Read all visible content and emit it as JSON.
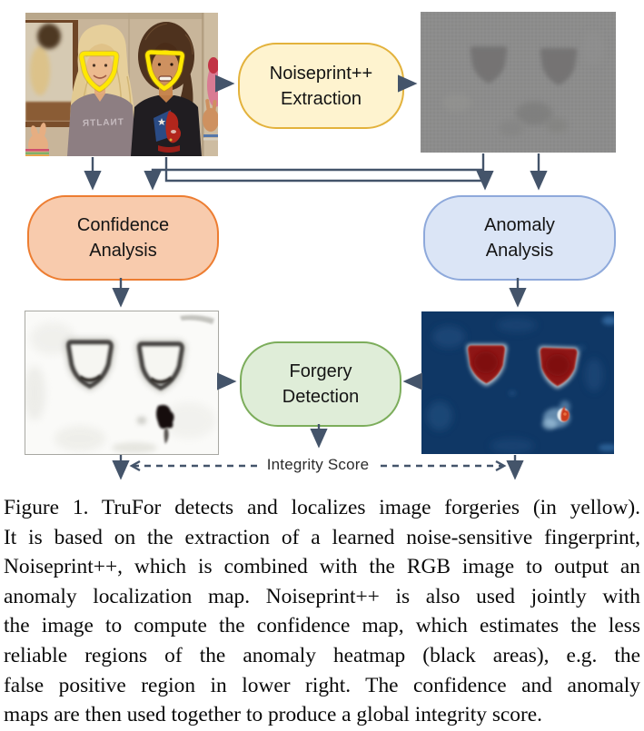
{
  "figure": {
    "nodes": [
      {
        "id": "noiseprint-extraction",
        "line1": "Noiseprint++",
        "line2": "Extraction",
        "fill": "#FEF3CF",
        "border": "#E3B23C"
      },
      {
        "id": "confidence-analysis",
        "line1": "Confidence",
        "line2": "Analysis",
        "fill": "#F8CBAD",
        "border": "#ED7D31"
      },
      {
        "id": "anomaly-analysis",
        "line1": "Anomaly",
        "line2": "Analysis",
        "fill": "#DBE5F6",
        "border": "#8EA9DB"
      },
      {
        "id": "forgery-detection",
        "line1": "Forgery",
        "line2": "Detection",
        "fill": "#DFEDD8",
        "border": "#7CAD5B"
      }
    ],
    "integrity_score_label": "Integrity Score",
    "input_image": {
      "alt": "photo of two women with yellow forgery outlines around both faces",
      "shirt_text_display": "ЯTLAИT",
      "highlight_color": "#FFE800"
    },
    "noiseprint_map": {
      "alt": "gray noiseprint++ residual map with two darker face-shaped regions"
    },
    "confidence_map": {
      "alt": "white confidence map with two dark face-outline rings and a black blob lower right"
    },
    "anomaly_map": {
      "alt": "dark blue anomaly heatmap with two dark red face blobs and a small red false-positive region"
    },
    "colors": {
      "arrow": "#44546A",
      "anomaly_background": "#0F3765",
      "anomaly_red": "#8E1515",
      "integrity_text": "#2B2B2B"
    }
  },
  "caption": {
    "lines": [
      "Figure 1. TruFor  detects and localizes image forgeries (in yellow).",
      "It is based on the extraction of a learned noise-sensitive fingerprint,",
      "Noiseprint++, which is combined with the RGB image to output an",
      "anomaly localization map.  Noiseprint++ is also used jointly with",
      "the image to compute the confidence map, which estimates the less",
      "reliable regions of the anomaly heatmap (black areas), e.g.  the",
      "false positive region in lower right.  The confidence and anomaly",
      "maps are then used together to produce a global integrity score."
    ]
  }
}
